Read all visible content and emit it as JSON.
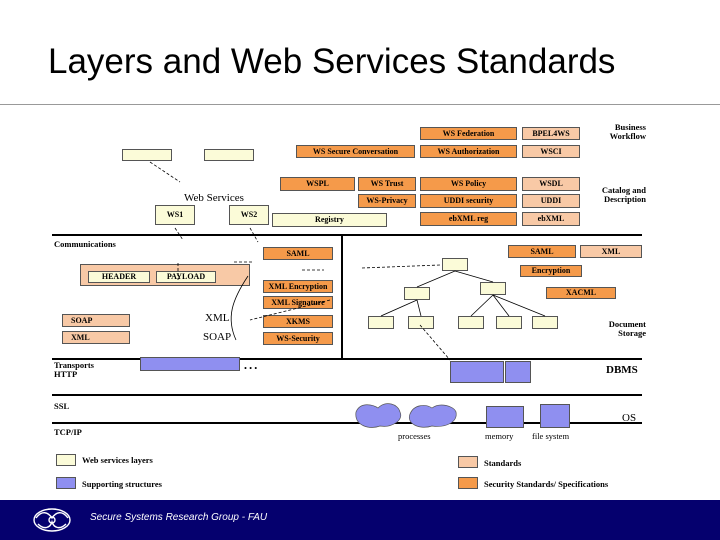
{
  "title": "Layers and Web Services Standards",
  "footer": "Secure Systems Research Group - FAU",
  "top": {
    "ws_federation": "WS Federation",
    "bpel4ws": "BPEL4WS",
    "ws_secure_conversation": "WS Secure Conversation",
    "ws_authorization": "WS Authorization",
    "wsci": "WSCI",
    "business_workflow": "Business\nWorkflow",
    "wspl": "WSPL",
    "ws_trust": "WS Trust",
    "ws_policy": "WS Policy",
    "wsdl": "WSDL",
    "ws_privacy": "WS-Privacy",
    "uddi_security": "UDDI security",
    "uddi": "UDDI",
    "catalog_description": "Catalog and\nDescription",
    "web_services": "Web Services",
    "ws1": "WS1",
    "ws2": "WS2",
    "registry": "Registry",
    "ebxml_reg": "ebXML reg",
    "ebxml": "ebXML"
  },
  "middle": {
    "communications": "Communications",
    "saml_left": "SAML",
    "header": "HEADER",
    "payload": "PAYLOAD",
    "xml_encryption": "XML Encryption",
    "xml_signature": "XML Signature",
    "xkms": "XKMS",
    "ws_security": "WS-Security",
    "soap_box": "SOAP",
    "xml_box": "XML",
    "xml_label": "XML",
    "soap_label": "SOAP",
    "saml_right": "SAML",
    "xml_right": "XML",
    "encryption": "Encryption",
    "xacml": "XACML",
    "document_storage": "Document\nStorage"
  },
  "bottom": {
    "transports_http": "Transports\nHTTP",
    "ellipsis": "• • •",
    "dbms": "DBMS",
    "ssl": "SSL",
    "os": "OS",
    "tcpip": "TCP/IP",
    "processes": "processes",
    "memory": "memory",
    "file_system": "file system"
  },
  "legend": {
    "ws_layers": "Web services layers",
    "supporting": "Supporting structures",
    "standards": "Standards",
    "security_standards": "Security Standards/ Specifications"
  },
  "colors": {
    "standard": "#f8c9a6",
    "security": "#f59a4a",
    "web_service": "#fbfbd8",
    "supporting": "#8f8ff0",
    "footer_bg": "#05006e"
  }
}
